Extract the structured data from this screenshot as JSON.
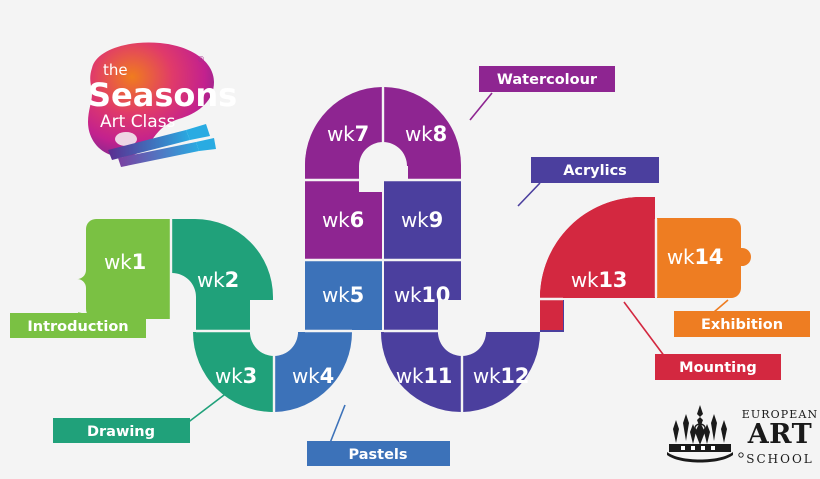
{
  "page": {
    "title": "The Seasons Art Class - 14 Week Course Roadmap",
    "background_color": "#f4f4f4"
  },
  "logo": {
    "name": "the-seasons-art-class-logo",
    "line1": "the",
    "line2": "Seasons",
    "line3": "Art Class",
    "trademark": "®",
    "palette_gradient_from": "#e94e1b",
    "palette_gradient_mid": "#c3218e",
    "palette_gradient_to": "#5b2d90",
    "brush_colors": [
      "#29abe2",
      "#2e3192",
      "#662d91"
    ]
  },
  "colors": {
    "green": "#7ac143",
    "teal": "#20a17a",
    "blue": "#3c72b9",
    "magenta": "#8e2591",
    "indigo": "#4b3f9e",
    "red": "#d32840",
    "orange": "#ee7d22",
    "white": "#ffffff",
    "background": "#f4f4f4"
  },
  "weeks": [
    {
      "id": "wk1",
      "prefix": "wk",
      "number": "1",
      "color": "#7ac143"
    },
    {
      "id": "wk2",
      "prefix": "wk",
      "number": "2",
      "color": "#20a17a"
    },
    {
      "id": "wk3",
      "prefix": "wk",
      "number": "3",
      "color": "#20a17a"
    },
    {
      "id": "wk4",
      "prefix": "wk",
      "number": "4",
      "color": "#3c72b9"
    },
    {
      "id": "wk5",
      "prefix": "wk",
      "number": "5",
      "color": "#3c72b9"
    },
    {
      "id": "wk6",
      "prefix": "wk",
      "number": "6",
      "color": "#8e2591"
    },
    {
      "id": "wk7",
      "prefix": "wk",
      "number": "7",
      "color": "#8e2591"
    },
    {
      "id": "wk8",
      "prefix": "wk",
      "number": "8",
      "color": "#8e2591"
    },
    {
      "id": "wk9",
      "prefix": "wk",
      "number": "9",
      "color": "#4b3f9e"
    },
    {
      "id": "wk10",
      "prefix": "wk",
      "number": "10",
      "color": "#4b3f9e"
    },
    {
      "id": "wk11",
      "prefix": "wk",
      "number": "11",
      "color": "#4b3f9e"
    },
    {
      "id": "wk12",
      "prefix": "wk",
      "number": "12",
      "color": "#4b3f9e"
    },
    {
      "id": "wk13",
      "prefix": "wk",
      "number": "13",
      "color": "#d32840"
    },
    {
      "id": "wk14",
      "prefix": "wk",
      "number": "14",
      "color": "#ee7d22"
    }
  ],
  "labels": [
    {
      "id": "introduction",
      "text": "Introduction",
      "color": "#7ac143",
      "connects_to": "wk1"
    },
    {
      "id": "drawing",
      "text": "Drawing",
      "color": "#20a17a",
      "connects_to": "wk3"
    },
    {
      "id": "pastels",
      "text": "Pastels",
      "color": "#3c72b9",
      "connects_to": "wk4"
    },
    {
      "id": "watercolour",
      "text": "Watercolour",
      "color": "#8e2591",
      "connects_to": "wk8"
    },
    {
      "id": "acrylics",
      "text": "Acrylics",
      "color": "#4b3f9e",
      "connects_to": "wk9"
    },
    {
      "id": "mounting",
      "text": "Mounting",
      "color": "#d32840",
      "connects_to": "wk13"
    },
    {
      "id": "exhibition",
      "text": "Exhibition",
      "color": "#ee7d22",
      "connects_to": "wk14"
    }
  ],
  "partner_logo": {
    "name": "european-art-school-logo",
    "line1": "EUROPEAN",
    "line2": "ART",
    "line3": "SCHOOL",
    "trademark": "®"
  }
}
